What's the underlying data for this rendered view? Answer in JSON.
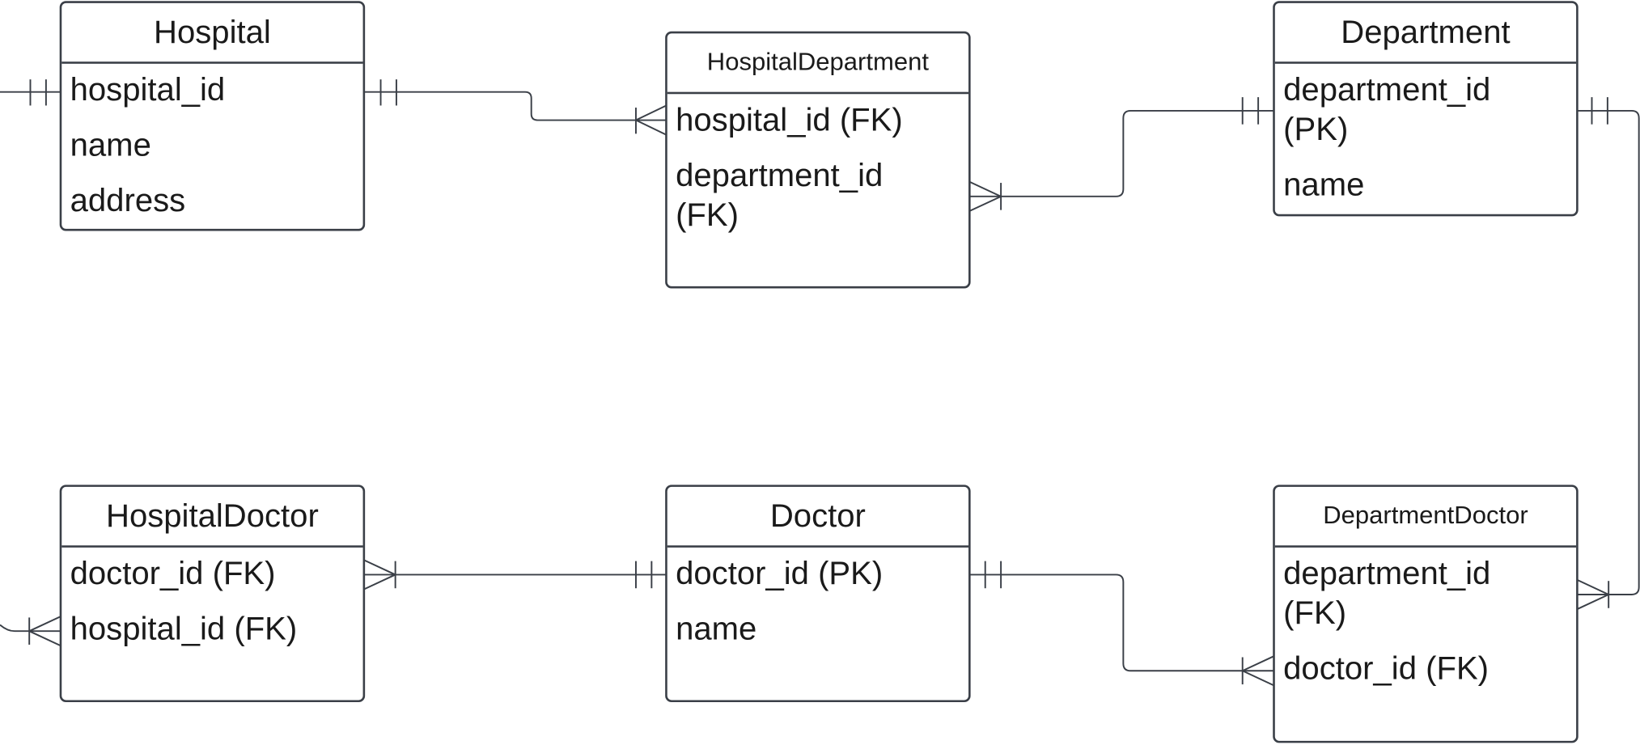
{
  "entities": {
    "hospital": {
      "title": "Hospital",
      "attributes": [
        "hospital_id",
        "name",
        "address"
      ]
    },
    "hospital_department": {
      "title": "HospitalDepartment",
      "attributes": [
        "hospital_id (FK)",
        "department_id\n(FK)"
      ]
    },
    "department": {
      "title": "Department",
      "attributes": [
        "department_id\n(PK)",
        "name"
      ]
    },
    "hospital_doctor": {
      "title": "HospitalDoctor",
      "attributes": [
        "doctor_id (FK)",
        "hospital_id (FK)"
      ]
    },
    "doctor": {
      "title": "Doctor",
      "attributes": [
        "doctor_id (PK)",
        "name"
      ]
    },
    "department_doctor": {
      "title": "DepartmentDoctor",
      "attributes": [
        "department_id\n(FK)",
        "doctor_id (FK)"
      ]
    }
  },
  "relationships": [
    {
      "from": "Hospital.hospital_id",
      "from_cardinality": "one-and-only-one",
      "to": "HospitalDepartment.hospital_id (FK)",
      "to_cardinality": "one-or-many"
    },
    {
      "from": "Department.department_id (PK)",
      "from_cardinality": "one-and-only-one",
      "to": "HospitalDepartment.department_id (FK)",
      "to_cardinality": "one-or-many"
    },
    {
      "from": "Department.department_id (PK)",
      "from_cardinality": "one-and-only-one",
      "to": "DepartmentDoctor.department_id (FK)",
      "to_cardinality": "one-or-many"
    },
    {
      "from": "Doctor.doctor_id (PK)",
      "from_cardinality": "one-and-only-one",
      "to": "DepartmentDoctor.doctor_id (FK)",
      "to_cardinality": "one-or-many"
    },
    {
      "from": "Doctor.doctor_id (PK)",
      "from_cardinality": "one-and-only-one",
      "to": "HospitalDoctor.doctor_id (FK)",
      "to_cardinality": "one-or-many"
    },
    {
      "from": "Hospital.hospital_id",
      "from_cardinality": "one-and-only-one",
      "to": "HospitalDoctor.hospital_id (FK)",
      "to_cardinality": "one-or-many"
    }
  ],
  "colors": {
    "border": "#3a3f47",
    "line": "#3a3f47",
    "text": "#1a1a1a",
    "background": "#ffffff"
  }
}
